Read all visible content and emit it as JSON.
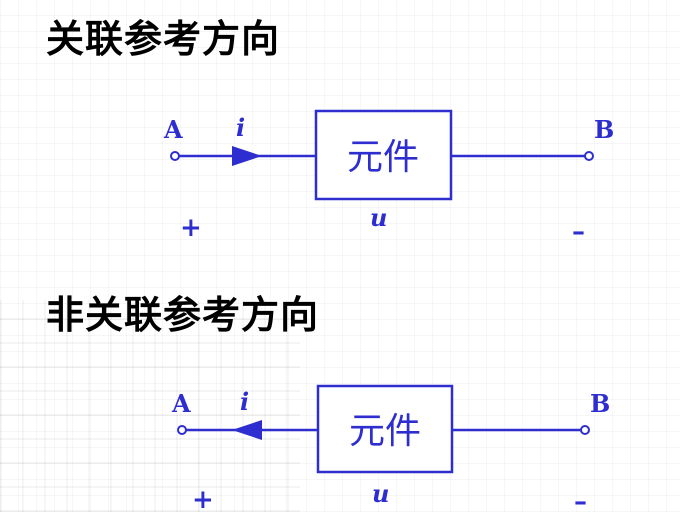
{
  "sections": [
    {
      "title": "关联参考方向",
      "element_label": "元件",
      "terminal_a": "A",
      "terminal_b": "B",
      "current_label": "i",
      "voltage_label": "u",
      "plus": "+",
      "minus": "–",
      "arrow_direction": "right"
    },
    {
      "title": "非关联参考方向",
      "element_label": "元件",
      "terminal_a": "A",
      "terminal_b": "B",
      "current_label": "i",
      "voltage_label": "u",
      "plus": "+",
      "minus": "–",
      "arrow_direction": "left"
    }
  ],
  "colors": {
    "circuit": "#2e2ed0",
    "heading": "#000000"
  }
}
